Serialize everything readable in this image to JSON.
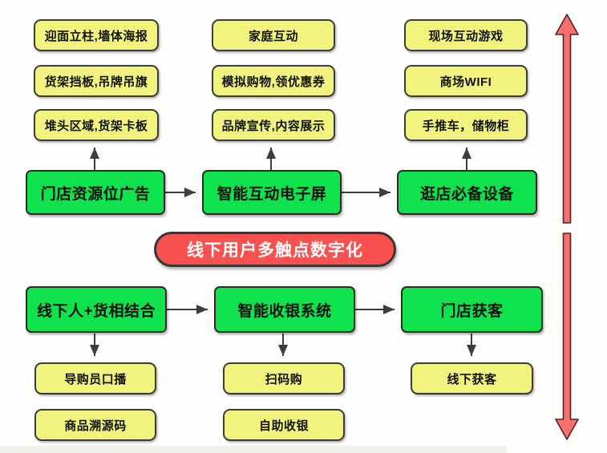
{
  "pill": {
    "label": "线下用户多触点数字化"
  },
  "colors": {
    "yellow_box": "#f2f37f",
    "green_box": "#0ee24c",
    "pill_red": "#f8514f",
    "red_arrow": "#f7706f",
    "connector_dark": "#3d3d3d",
    "background": "#fdfdfc"
  },
  "top_columns": [
    {
      "hub": "门店资源位广告",
      "items": [
        "迎面立柱,墙体海报",
        "货架挡板,吊牌吊旗",
        "堆头区域,货架卡板"
      ]
    },
    {
      "hub": "智能互动电子屏",
      "items": [
        "家庭互动",
        "模拟购物,领优惠券",
        "品牌宣传,内容展示"
      ]
    },
    {
      "hub": "逛店必备设备",
      "items": [
        "现场互动游戏",
        "商场WIFI",
        "手推车，储物柜"
      ]
    }
  ],
  "bottom_columns": [
    {
      "hub": "线下人+货相结合",
      "items": [
        "导购员口播",
        "商品溯源码"
      ]
    },
    {
      "hub": "智能收银系统",
      "items": [
        "扫码购",
        "自助收银"
      ]
    },
    {
      "hub": "门店获客",
      "items": [
        "线下获客"
      ]
    }
  ]
}
